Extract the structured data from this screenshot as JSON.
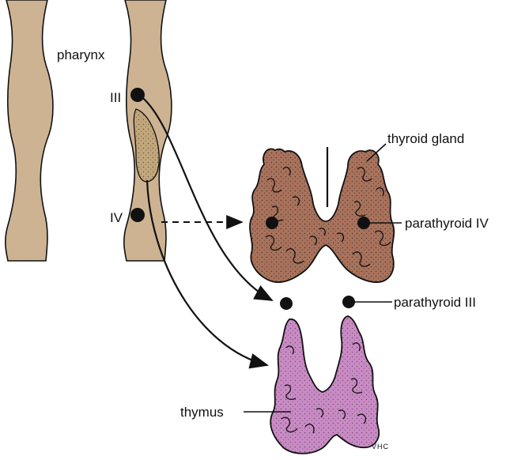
{
  "labels": {
    "pharynx": "pharynx",
    "pouch_iii": "III",
    "pouch_iv": "IV",
    "thyroid_gland": "thyroid gland",
    "parathyroid_iv": "parathyroid IV",
    "parathyroid_iii": "parathyroid III",
    "thymus": "thymus",
    "signature": "VHC"
  },
  "colors": {
    "pharynx_fill": "#cdb392",
    "thyroid_fill": "#a8725c",
    "thymus_fill": "#c98bc4",
    "pouch_fill": "#c2a77c",
    "ink": "#111111"
  }
}
